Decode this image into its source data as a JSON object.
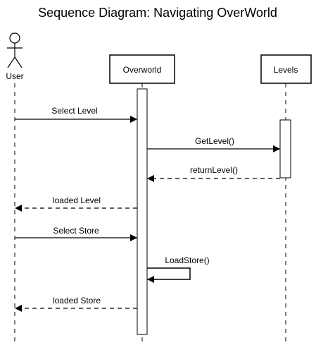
{
  "title": "Sequence Diagram: Navigating OverWorld",
  "participants": {
    "user": "User",
    "overworld": "Overworld",
    "levels": "Levels"
  },
  "messages": [
    {
      "label": "Select Level",
      "from": "User",
      "to": "Overworld",
      "kind": "sync"
    },
    {
      "label": "GetLevel()",
      "from": "Overworld",
      "to": "Levels",
      "kind": "sync"
    },
    {
      "label": "returnLevel()",
      "from": "Levels",
      "to": "Overworld",
      "kind": "return"
    },
    {
      "label": "loaded Level",
      "from": "Overworld",
      "to": "User",
      "kind": "return"
    },
    {
      "label": "Select Store",
      "from": "User",
      "to": "Overworld",
      "kind": "sync"
    },
    {
      "label": "LoadStore()",
      "from": "Overworld",
      "to": "Overworld",
      "kind": "self"
    },
    {
      "label": "loaded Store",
      "from": "Overworld",
      "to": "User",
      "kind": "return"
    }
  ]
}
